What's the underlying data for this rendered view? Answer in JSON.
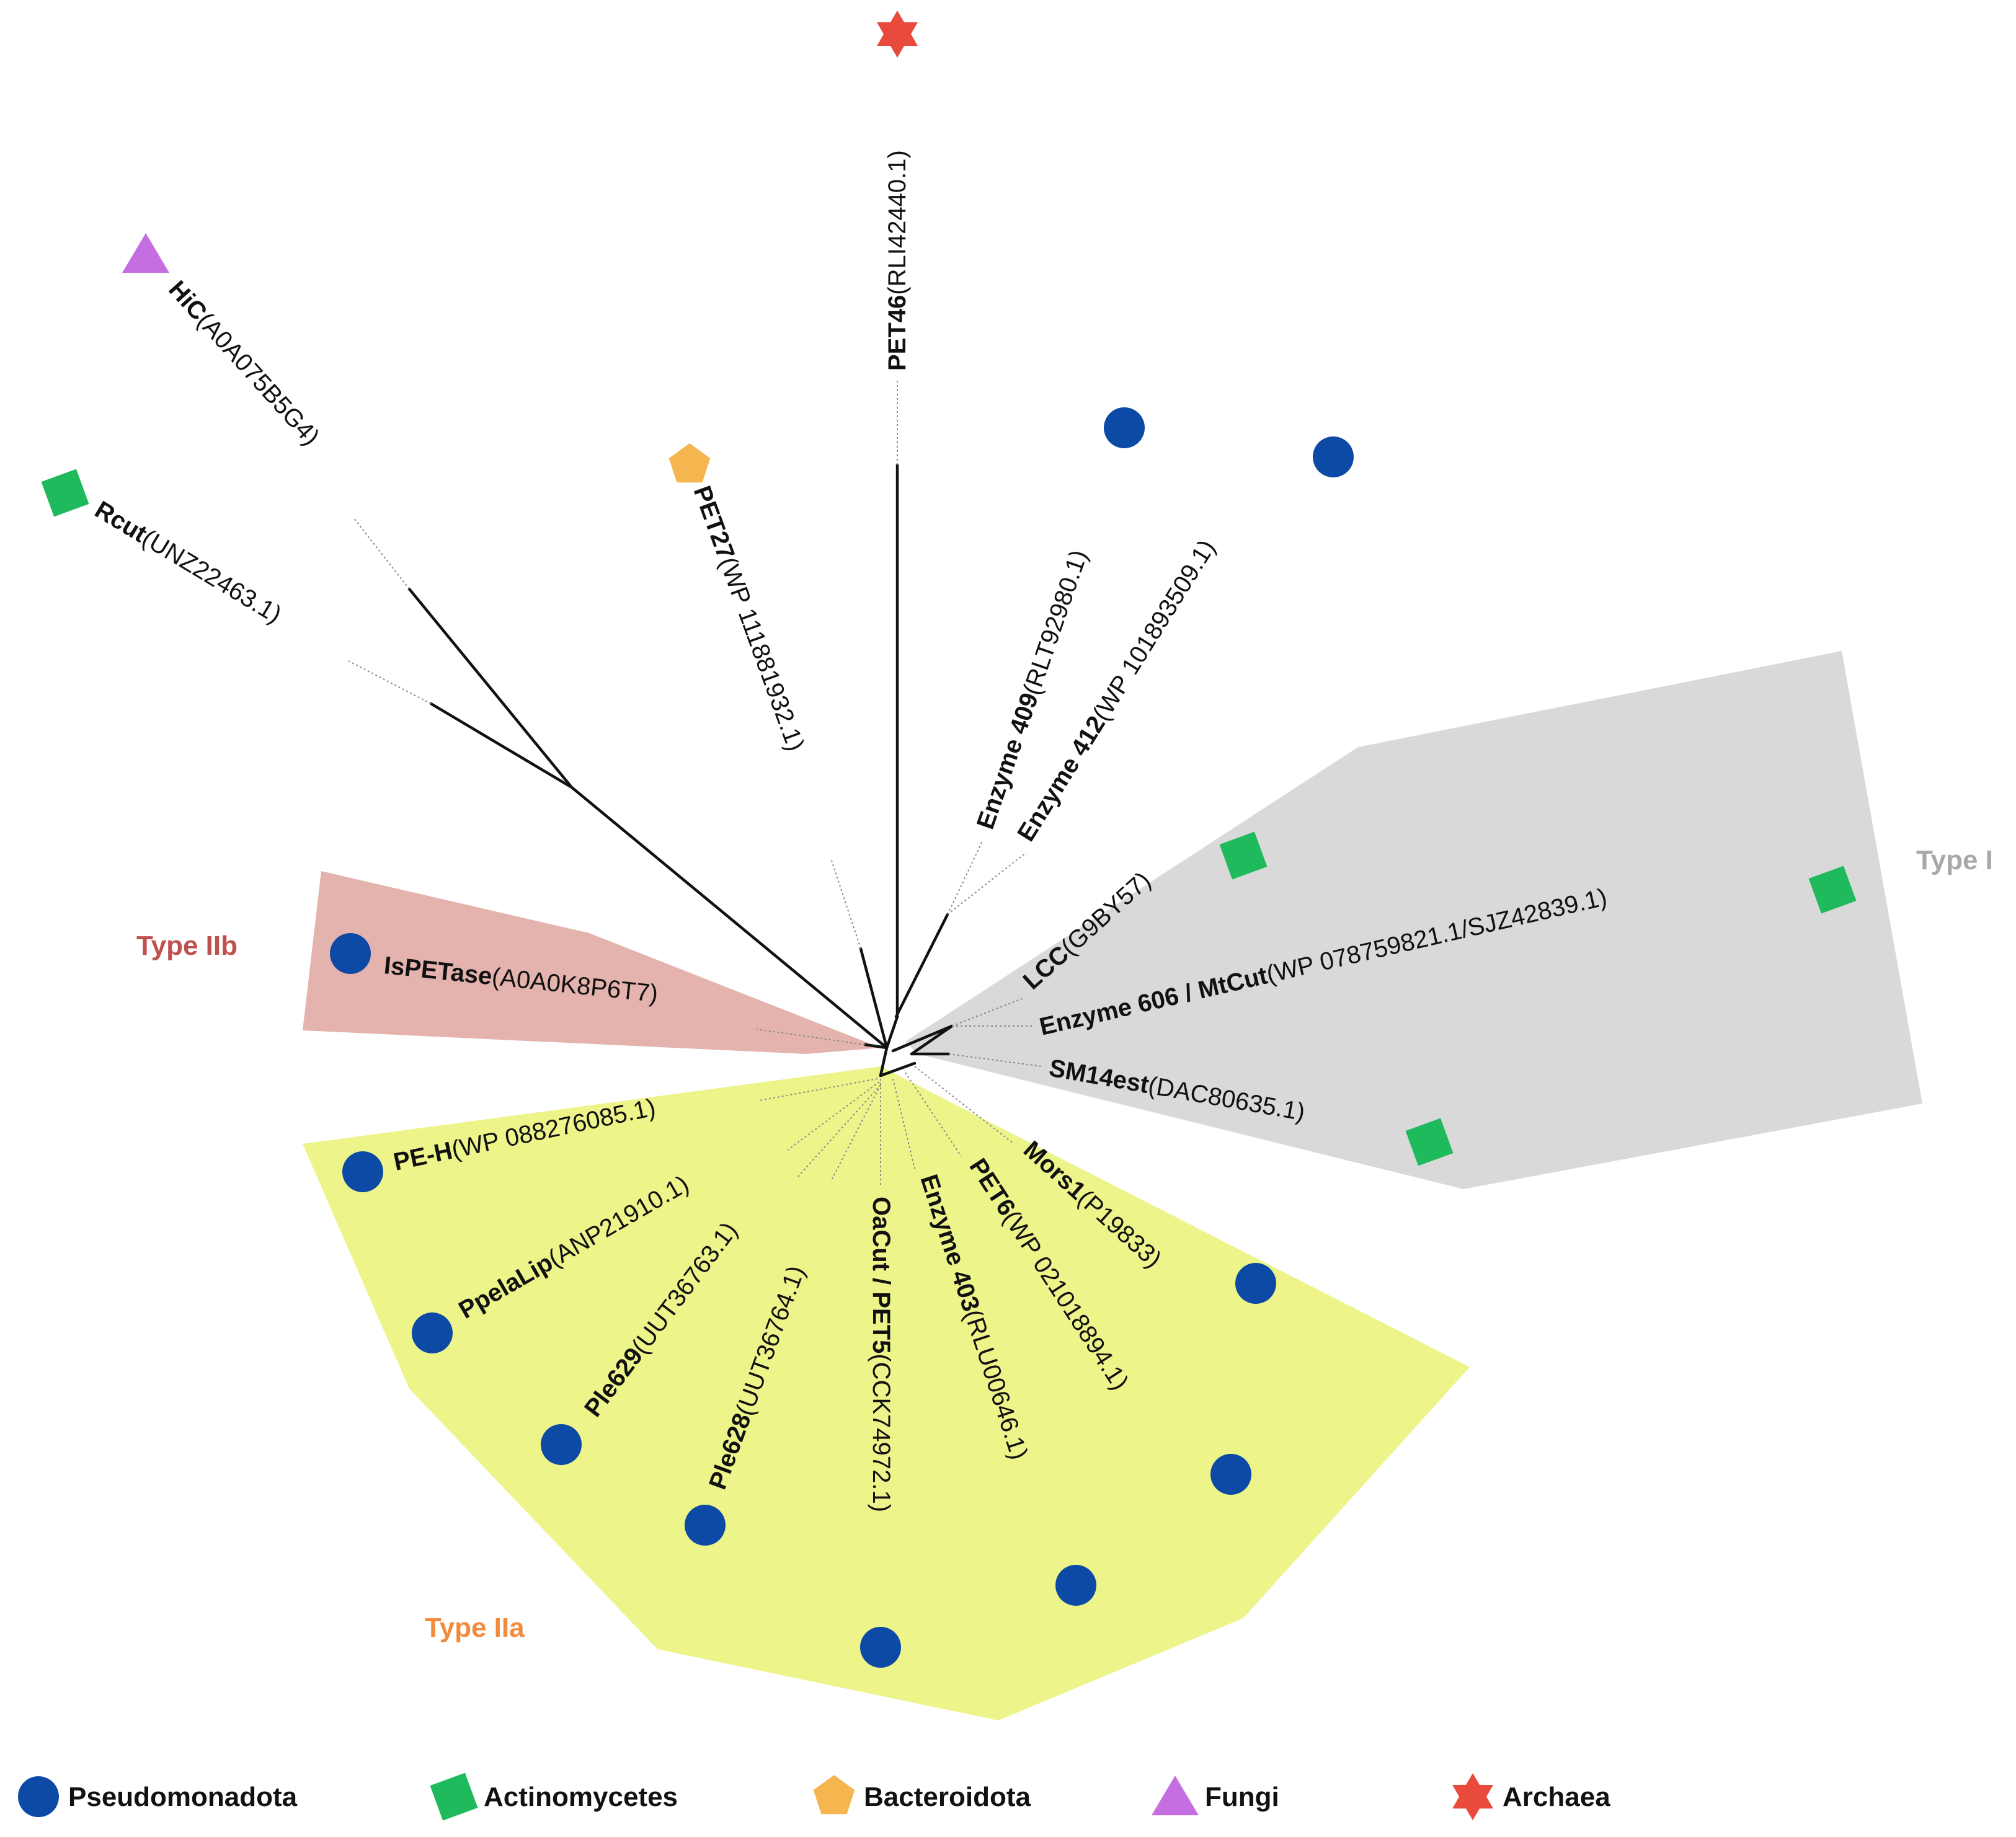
{
  "colors": {
    "pseudomonadota": "#0d4aa6",
    "actinomycetes": "#1fba5c",
    "bacteroidota": "#f6b64f",
    "fungi": "#c46ee0",
    "archaea": "#e84a3c",
    "blue_text": "#1d1df0",
    "purple_text": "#6a3ab8",
    "typeI_fill": "#d9d9d9",
    "typeI_label": "#a8a8a8",
    "typeIIa_fill": "#ecf48a",
    "typeIIa_label": "#f28a3c",
    "typeIIb_fill": "#e4b3ad",
    "typeIIb_label": "#c0504d"
  },
  "groups": [
    {
      "id": "typeI",
      "label": "Type I"
    },
    {
      "id": "typeIIa",
      "label": "Type IIa"
    },
    {
      "id": "typeIIb",
      "label": "Type IIb"
    }
  ],
  "leaves": [
    {
      "id": "hic",
      "name": "HiC",
      "accession": "(A0A075B5G4)",
      "taxon": "fungi",
      "color": "blue"
    },
    {
      "id": "rcut",
      "name": "Rcut",
      "accession": "(UNZ22463.1)",
      "taxon": "actinomycetes",
      "color": "black"
    },
    {
      "id": "pet27",
      "name": "PET27",
      "accession": "(WP 111881932.1)",
      "taxon": "bacteroidota",
      "color": "black"
    },
    {
      "id": "pet46",
      "name": "PET46",
      "accession": "(RLI42440.1)",
      "taxon": "archaea",
      "color": "black"
    },
    {
      "id": "enz409",
      "name": "Enzyme 409",
      "accession": "(RLT92980.1)",
      "taxon": "pseudomonadota",
      "color": "black"
    },
    {
      "id": "enz412",
      "name": "Enzyme 412",
      "accession": "(WP 101893509.1)",
      "taxon": "pseudomonadota",
      "color": "black"
    },
    {
      "id": "lcc",
      "name": "LCC",
      "accession": "(G9BY57)",
      "taxon": "actinomycetes",
      "color": "blue"
    },
    {
      "id": "enz606",
      "name": "Enzyme 606 / MtCut",
      "accession": "(WP 078759821.1/SJZ42839.1)",
      "taxon": "actinomycetes",
      "color": "black"
    },
    {
      "id": "sm14est",
      "name": "SM14est",
      "accession": "(DAC80635.1)",
      "taxon": "actinomycetes",
      "color": "black"
    },
    {
      "id": "ispetase",
      "name": "IsPETase",
      "accession": "(A0A0K8P6T7)",
      "taxon": "pseudomonadota",
      "color": "purple"
    },
    {
      "id": "peh",
      "name": "PE-H",
      "accession": "(WP 088276085.1)",
      "taxon": "pseudomonadota",
      "color": "black"
    },
    {
      "id": "ppelalip",
      "name": "PpelaLip",
      "accession": "(ANP21910.1)",
      "taxon": "pseudomonadota",
      "color": "black"
    },
    {
      "id": "ple629",
      "name": "Ple629",
      "accession": "(UUT36763.1)",
      "taxon": "pseudomonadota",
      "color": "black"
    },
    {
      "id": "ple628",
      "name": "Ple628",
      "accession": "(UUT36764.1)",
      "taxon": "pseudomonadota",
      "color": "black"
    },
    {
      "id": "oacut",
      "name": "OaCut / PET5",
      "accession": "(CCK74972.1)",
      "taxon": "pseudomonadota",
      "color": "black"
    },
    {
      "id": "enz403",
      "name": "Enzyme 403",
      "accession": "(RLU00646.1)",
      "taxon": "pseudomonadota",
      "color": "black"
    },
    {
      "id": "pet6",
      "name": "PET6",
      "accession": "(WP 021018894.1)",
      "taxon": "pseudomonadota",
      "color": "black"
    },
    {
      "id": "mors1",
      "name": "Mors1",
      "accession": "(P19833)",
      "taxon": "pseudomonadota",
      "color": "black"
    }
  ],
  "legend": [
    {
      "taxon": "pseudomonadota",
      "label": "Pseudomonadota",
      "shape": "circle"
    },
    {
      "taxon": "actinomycetes",
      "label": "Actinomycetes",
      "shape": "square"
    },
    {
      "taxon": "bacteroidota",
      "label": "Bacteroidota",
      "shape": "pentagon"
    },
    {
      "taxon": "fungi",
      "label": "Fungi",
      "shape": "triangle"
    },
    {
      "taxon": "archaea",
      "label": "Archaea",
      "shape": "star"
    }
  ]
}
